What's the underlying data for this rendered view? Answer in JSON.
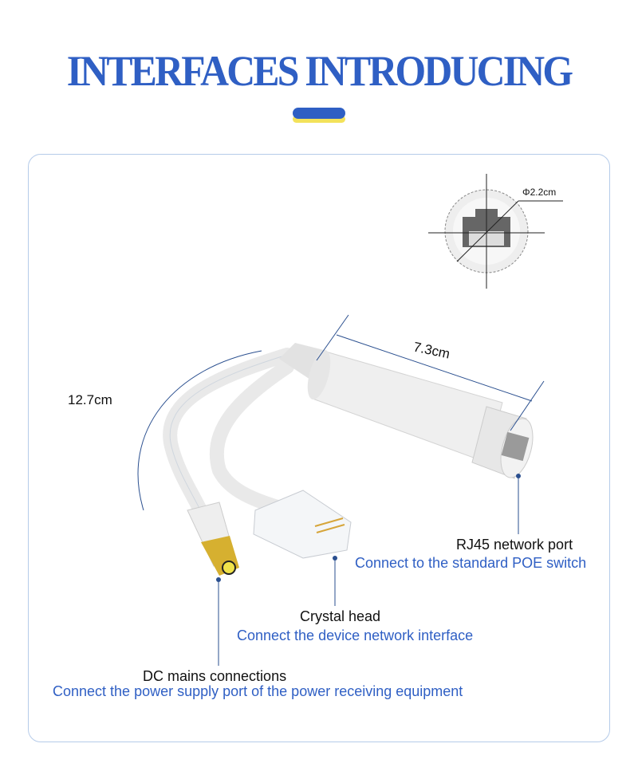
{
  "title": "INTERFACES INTRODUCING",
  "colors": {
    "accent_blue": "#2f5fc4",
    "accent_yellow": "#f3e25a",
    "frame": "#b5cbe9"
  },
  "dimensions": {
    "diameter": "Φ2.2cm",
    "length": "7.3cm",
    "cable_length": "12.7cm"
  },
  "ports": [
    {
      "name": "RJ45 network port",
      "description": "Connect to the standard POE switch"
    },
    {
      "name": "Crystal head",
      "description": "Connect the device network interface"
    },
    {
      "name": "DC mains connections",
      "description": "Connect the power supply port of the power receiving equipment"
    }
  ]
}
